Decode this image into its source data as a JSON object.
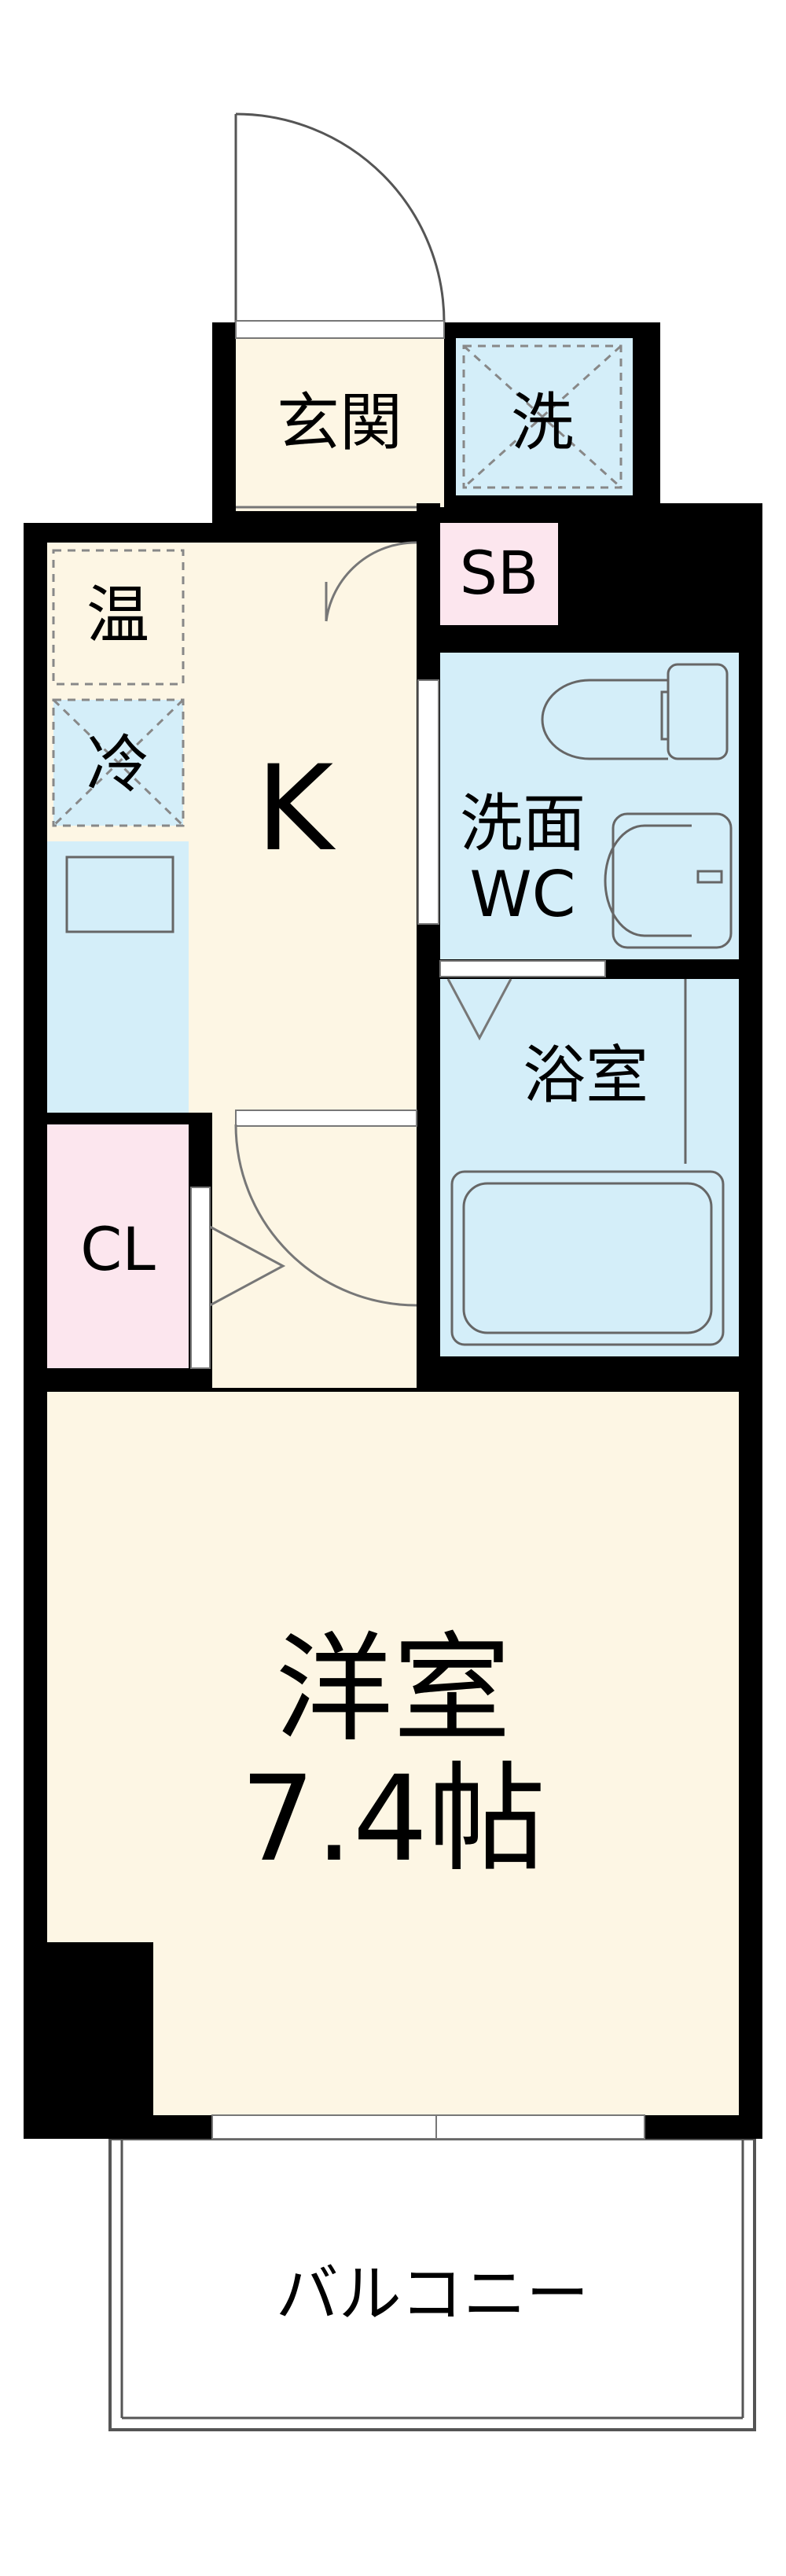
{
  "rooms": {
    "genkan": "玄関",
    "sentakuki": "洗",
    "sb": "SB",
    "on": "温",
    "rei": "冷",
    "kitchen": "K",
    "senmen_line1": "洗面",
    "senmen_line2": "WC",
    "yokushitsu": "浴室",
    "closet": "CL",
    "youshitsu_line1": "洋室",
    "youshitsu_line2": "7.4帖",
    "balcony": "バルコニー"
  },
  "colors": {
    "wall": "#000000",
    "floor": "#fdf6e4",
    "wet_area": "#d4eef9",
    "storage": "#fce6ee",
    "line": "#555555"
  }
}
